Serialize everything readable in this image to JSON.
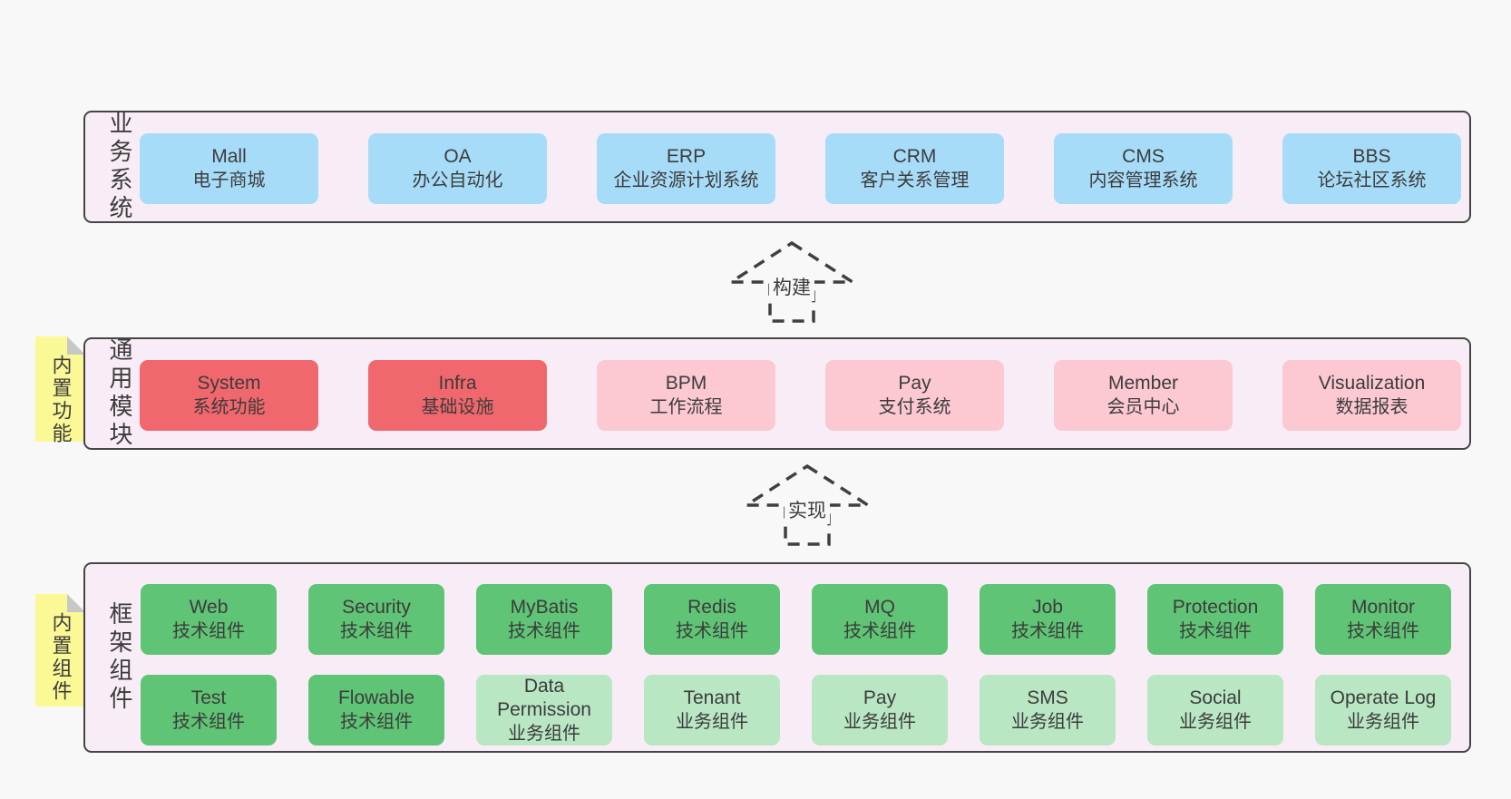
{
  "colors": {
    "page_bg": "#f8f8f8",
    "panel_bg": "#f8edf7",
    "panel_border": "#454545",
    "blue": "#a7dcf8",
    "red": "#f1676e",
    "pink": "#fcc9d2",
    "green": "#5fc475",
    "light_green": "#b9e6c3",
    "note_yellow": "#fbf896",
    "note_fold": "#c7c7c7",
    "text": "#3c3c3c"
  },
  "business": {
    "side_label": "业务系统",
    "items": [
      {
        "name": "Mall",
        "desc": "电子商城",
        "variant": "blue"
      },
      {
        "name": "OA",
        "desc": "办公自动化",
        "variant": "blue"
      },
      {
        "name": "ERP",
        "desc": "企业资源计划系统",
        "variant": "blue"
      },
      {
        "name": "CRM",
        "desc": "客户关系管理",
        "variant": "blue"
      },
      {
        "name": "CMS",
        "desc": "内容管理系统",
        "variant": "blue"
      },
      {
        "name": "BBS",
        "desc": "论坛社区系统",
        "variant": "blue"
      }
    ]
  },
  "arrow_build": {
    "label": "构建"
  },
  "modules": {
    "side_label": "通用模块",
    "tab_label": "内置功能",
    "items": [
      {
        "name": "System",
        "desc": "系统功能",
        "variant": "red"
      },
      {
        "name": "Infra",
        "desc": "基础设施",
        "variant": "red"
      },
      {
        "name": "BPM",
        "desc": "工作流程",
        "variant": "pink"
      },
      {
        "name": "Pay",
        "desc": "支付系统",
        "variant": "pink"
      },
      {
        "name": "Member",
        "desc": "会员中心",
        "variant": "pink"
      },
      {
        "name": "Visualization",
        "desc": "数据报表",
        "variant": "pink"
      }
    ]
  },
  "arrow_implement": {
    "label": "实现"
  },
  "framework": {
    "side_label": "框架组件",
    "tab_label": "内置组件",
    "rows": [
      [
        {
          "name": "Web",
          "desc": "技术组件",
          "variant": "green"
        },
        {
          "name": "Security",
          "desc": "技术组件",
          "variant": "green"
        },
        {
          "name": "MyBatis",
          "desc": "技术组件",
          "variant": "green"
        },
        {
          "name": "Redis",
          "desc": "技术组件",
          "variant": "green"
        },
        {
          "name": "MQ",
          "desc": "技术组件",
          "variant": "green"
        },
        {
          "name": "Job",
          "desc": "技术组件",
          "variant": "green"
        },
        {
          "name": "Protection",
          "desc": "技术组件",
          "variant": "green"
        },
        {
          "name": "Monitor",
          "desc": "技术组件",
          "variant": "green"
        }
      ],
      [
        {
          "name": "Test",
          "desc": "技术组件",
          "variant": "green"
        },
        {
          "name": "Flowable",
          "desc": "技术组件",
          "variant": "green"
        },
        {
          "name": "Data Permission",
          "desc": "业务组件",
          "variant": "lightgreen"
        },
        {
          "name": "Tenant",
          "desc": "业务组件",
          "variant": "lightgreen"
        },
        {
          "name": "Pay",
          "desc": "业务组件",
          "variant": "lightgreen"
        },
        {
          "name": "SMS",
          "desc": "业务组件",
          "variant": "lightgreen"
        },
        {
          "name": "Social",
          "desc": "业务组件",
          "variant": "lightgreen"
        },
        {
          "name": "Operate Log",
          "desc": "业务组件",
          "variant": "lightgreen"
        }
      ]
    ]
  }
}
